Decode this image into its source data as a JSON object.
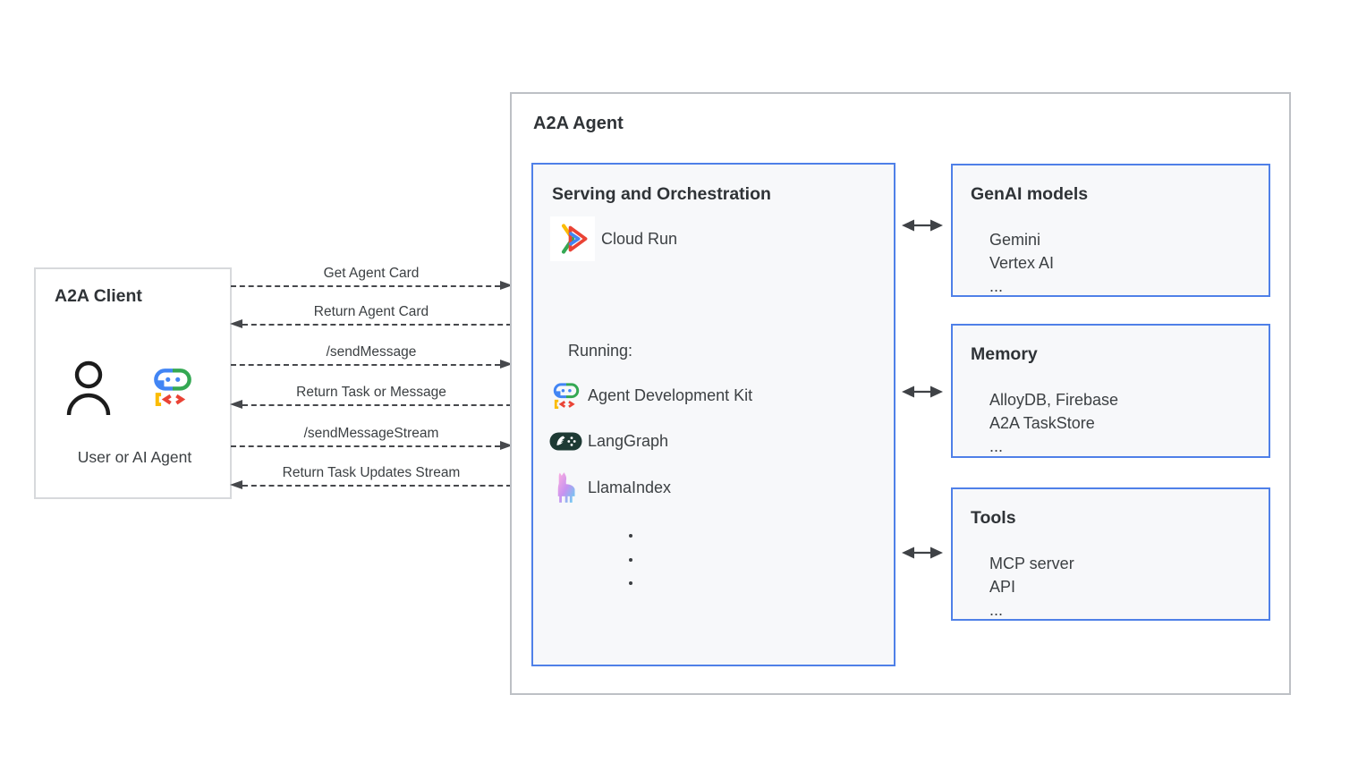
{
  "client": {
    "title": "A2A Client",
    "caption": "User or AI Agent"
  },
  "messages": [
    {
      "label": "Get Agent Card",
      "direction": "right"
    },
    {
      "label": "Return Agent Card",
      "direction": "left"
    },
    {
      "label": "/sendMessage",
      "direction": "right"
    },
    {
      "label": "Return Task or Message",
      "direction": "left"
    },
    {
      "label": "/sendMessageStream",
      "direction": "right"
    },
    {
      "label": "Return Task Updates Stream",
      "direction": "left"
    }
  ],
  "agent": {
    "title": "A2A Agent",
    "serving": {
      "title": "Serving and Orchestration",
      "platform": "Cloud Run",
      "running_label": "Running:",
      "frameworks": [
        {
          "name": "Agent Development Kit",
          "icon": "adk-icon"
        },
        {
          "name": "LangGraph",
          "icon": "langgraph-icon"
        },
        {
          "name": "LlamaIndex",
          "icon": "llamaindex-icon"
        }
      ]
    },
    "resources": [
      {
        "title": "GenAI models",
        "items": [
          "Gemini",
          "Vertex AI",
          "..."
        ]
      },
      {
        "title": "Memory",
        "items": [
          "AlloyDB, Firebase",
          "A2A TaskStore",
          "..."
        ]
      },
      {
        "title": "Tools",
        "items": [
          "MCP server",
          "API",
          "..."
        ]
      }
    ]
  },
  "icons": {
    "client": [
      "person-icon",
      "a2a-robot-icon"
    ],
    "connector": "bidirectional-arrow-icon"
  },
  "colors": {
    "box_border_blue": "#4f80e8",
    "box_fill": "#f7f8fa",
    "outer_border_gray": "#bdc0c5",
    "arrow_dark": "#46484c",
    "text_dark": "#3c4043",
    "google_blue": "#4285f4",
    "google_green": "#34a853",
    "google_yellow": "#fbbc04",
    "google_red": "#ea4335"
  }
}
